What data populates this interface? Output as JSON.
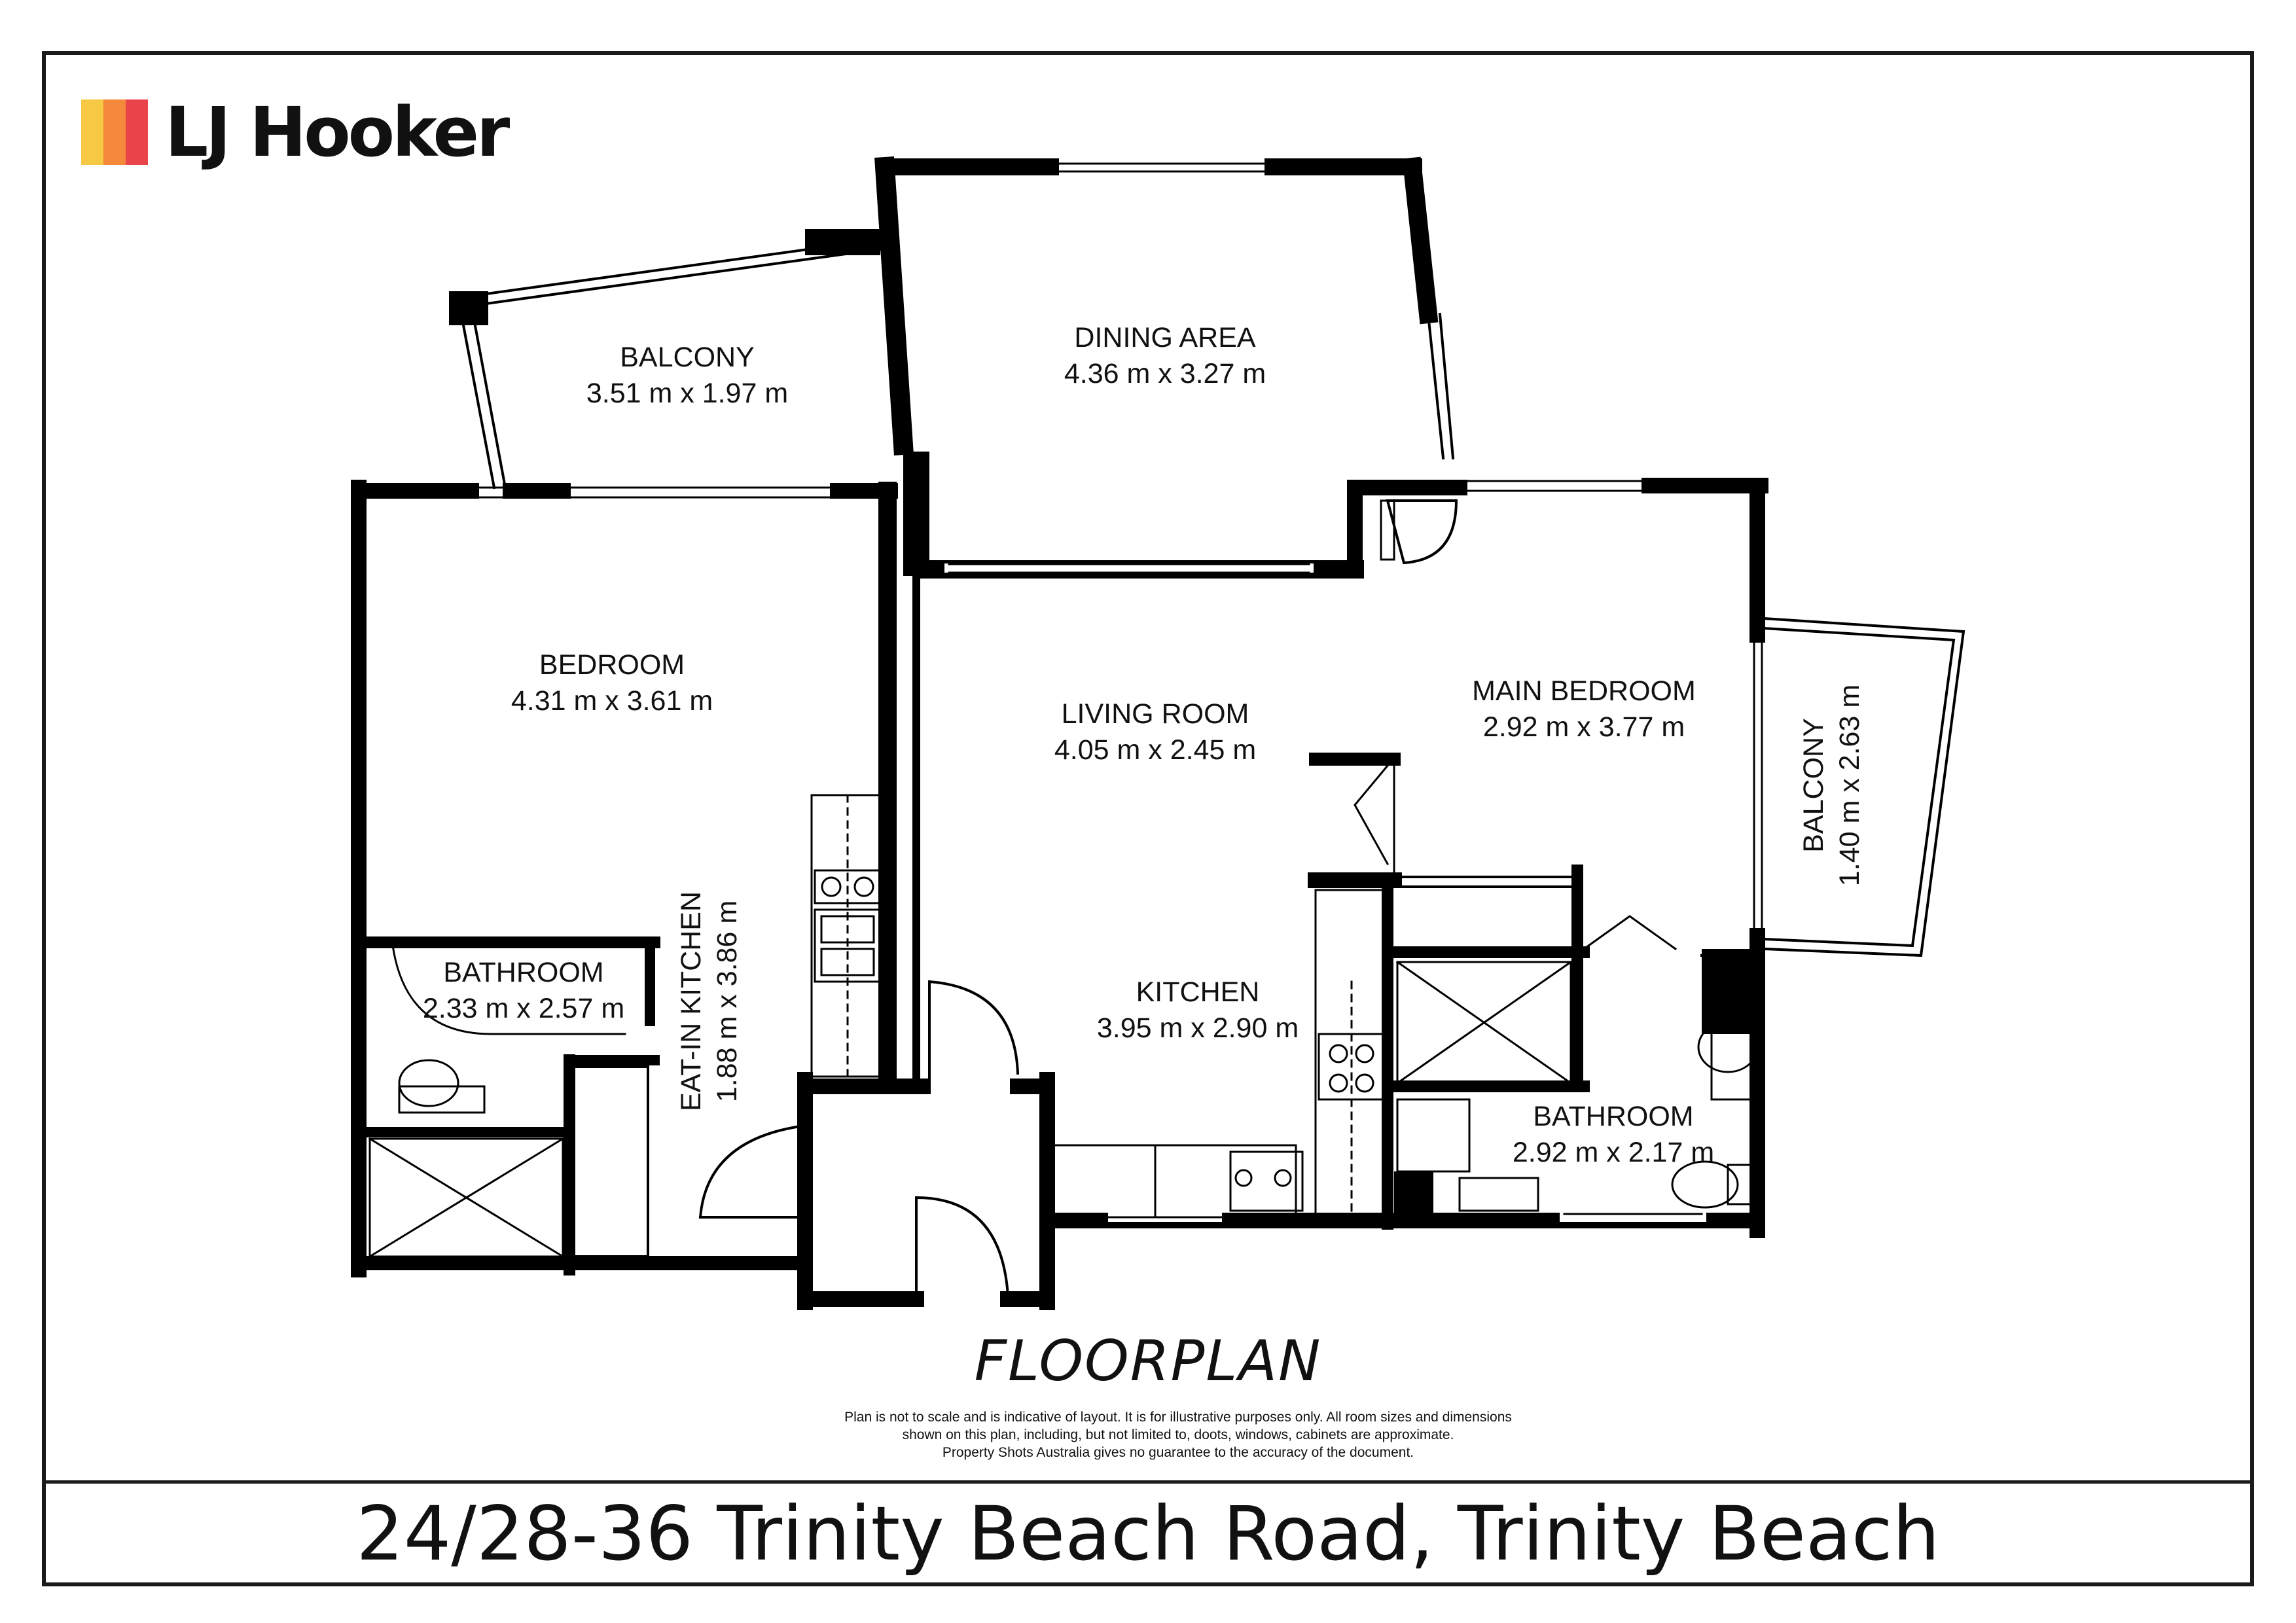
{
  "brand": {
    "name": "LJ Hooker",
    "logo_colors": [
      "#f7c843",
      "#f4893b",
      "#e8444a"
    ]
  },
  "rooms": {
    "balcony_left": {
      "name": "BALCONY",
      "size": "3.51 m x 1.97 m"
    },
    "dining": {
      "name": "DINING AREA",
      "size": "4.36 m x 3.27 m"
    },
    "bedroom": {
      "name": "BEDROOM",
      "size": "4.31 m x 3.61 m"
    },
    "living": {
      "name": "LIVING ROOM",
      "size": "4.05 m x 2.45 m"
    },
    "main_bedroom": {
      "name": "MAIN BEDROOM",
      "size": "2.92 m x 3.77 m"
    },
    "balcony_right": {
      "name": "BALCONY",
      "size": "1.40 m x 2.63 m"
    },
    "eat_in_kitchen": {
      "name": "EAT-IN KITCHEN",
      "size": "1.88 m x 3.86 m"
    },
    "bathroom_left": {
      "name": "BATHROOM",
      "size": "2.33 m x 2.57 m"
    },
    "kitchen": {
      "name": "KITCHEN",
      "size": "3.95 m x 2.90 m"
    },
    "bathroom_right": {
      "name": "BATHROOM",
      "size": "2.92 m x 2.17 m"
    }
  },
  "title": "FLOORPLAN",
  "disclaimer": [
    "Plan is not to scale and is indicative of layout. It is for illustrative purposes only. All room sizes and dimensions",
    "shown on this plan, including, but not limited to, doots, windows, cabinets are approximate.",
    "Property Shots Australia gives no guarantee to the accuracy of the document."
  ],
  "address": "24/28-36 Trinity Beach Road, Trinity Beach"
}
